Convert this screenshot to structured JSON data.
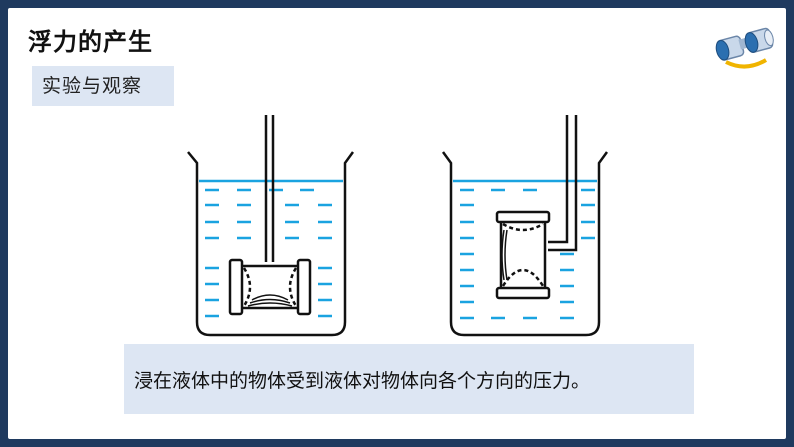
{
  "slide": {
    "title": "浮力的产生",
    "section_tag": "实验与观察",
    "caption": "浸在液体中的物体受到液体对物体向各个方向的压力。"
  },
  "icons": {
    "binoculars": "binoculars-icon"
  },
  "colors": {
    "frame": "#1f3a5f",
    "tag_bg": "#dde6f3",
    "water": "#1aa3e0",
    "line": "#111111"
  }
}
